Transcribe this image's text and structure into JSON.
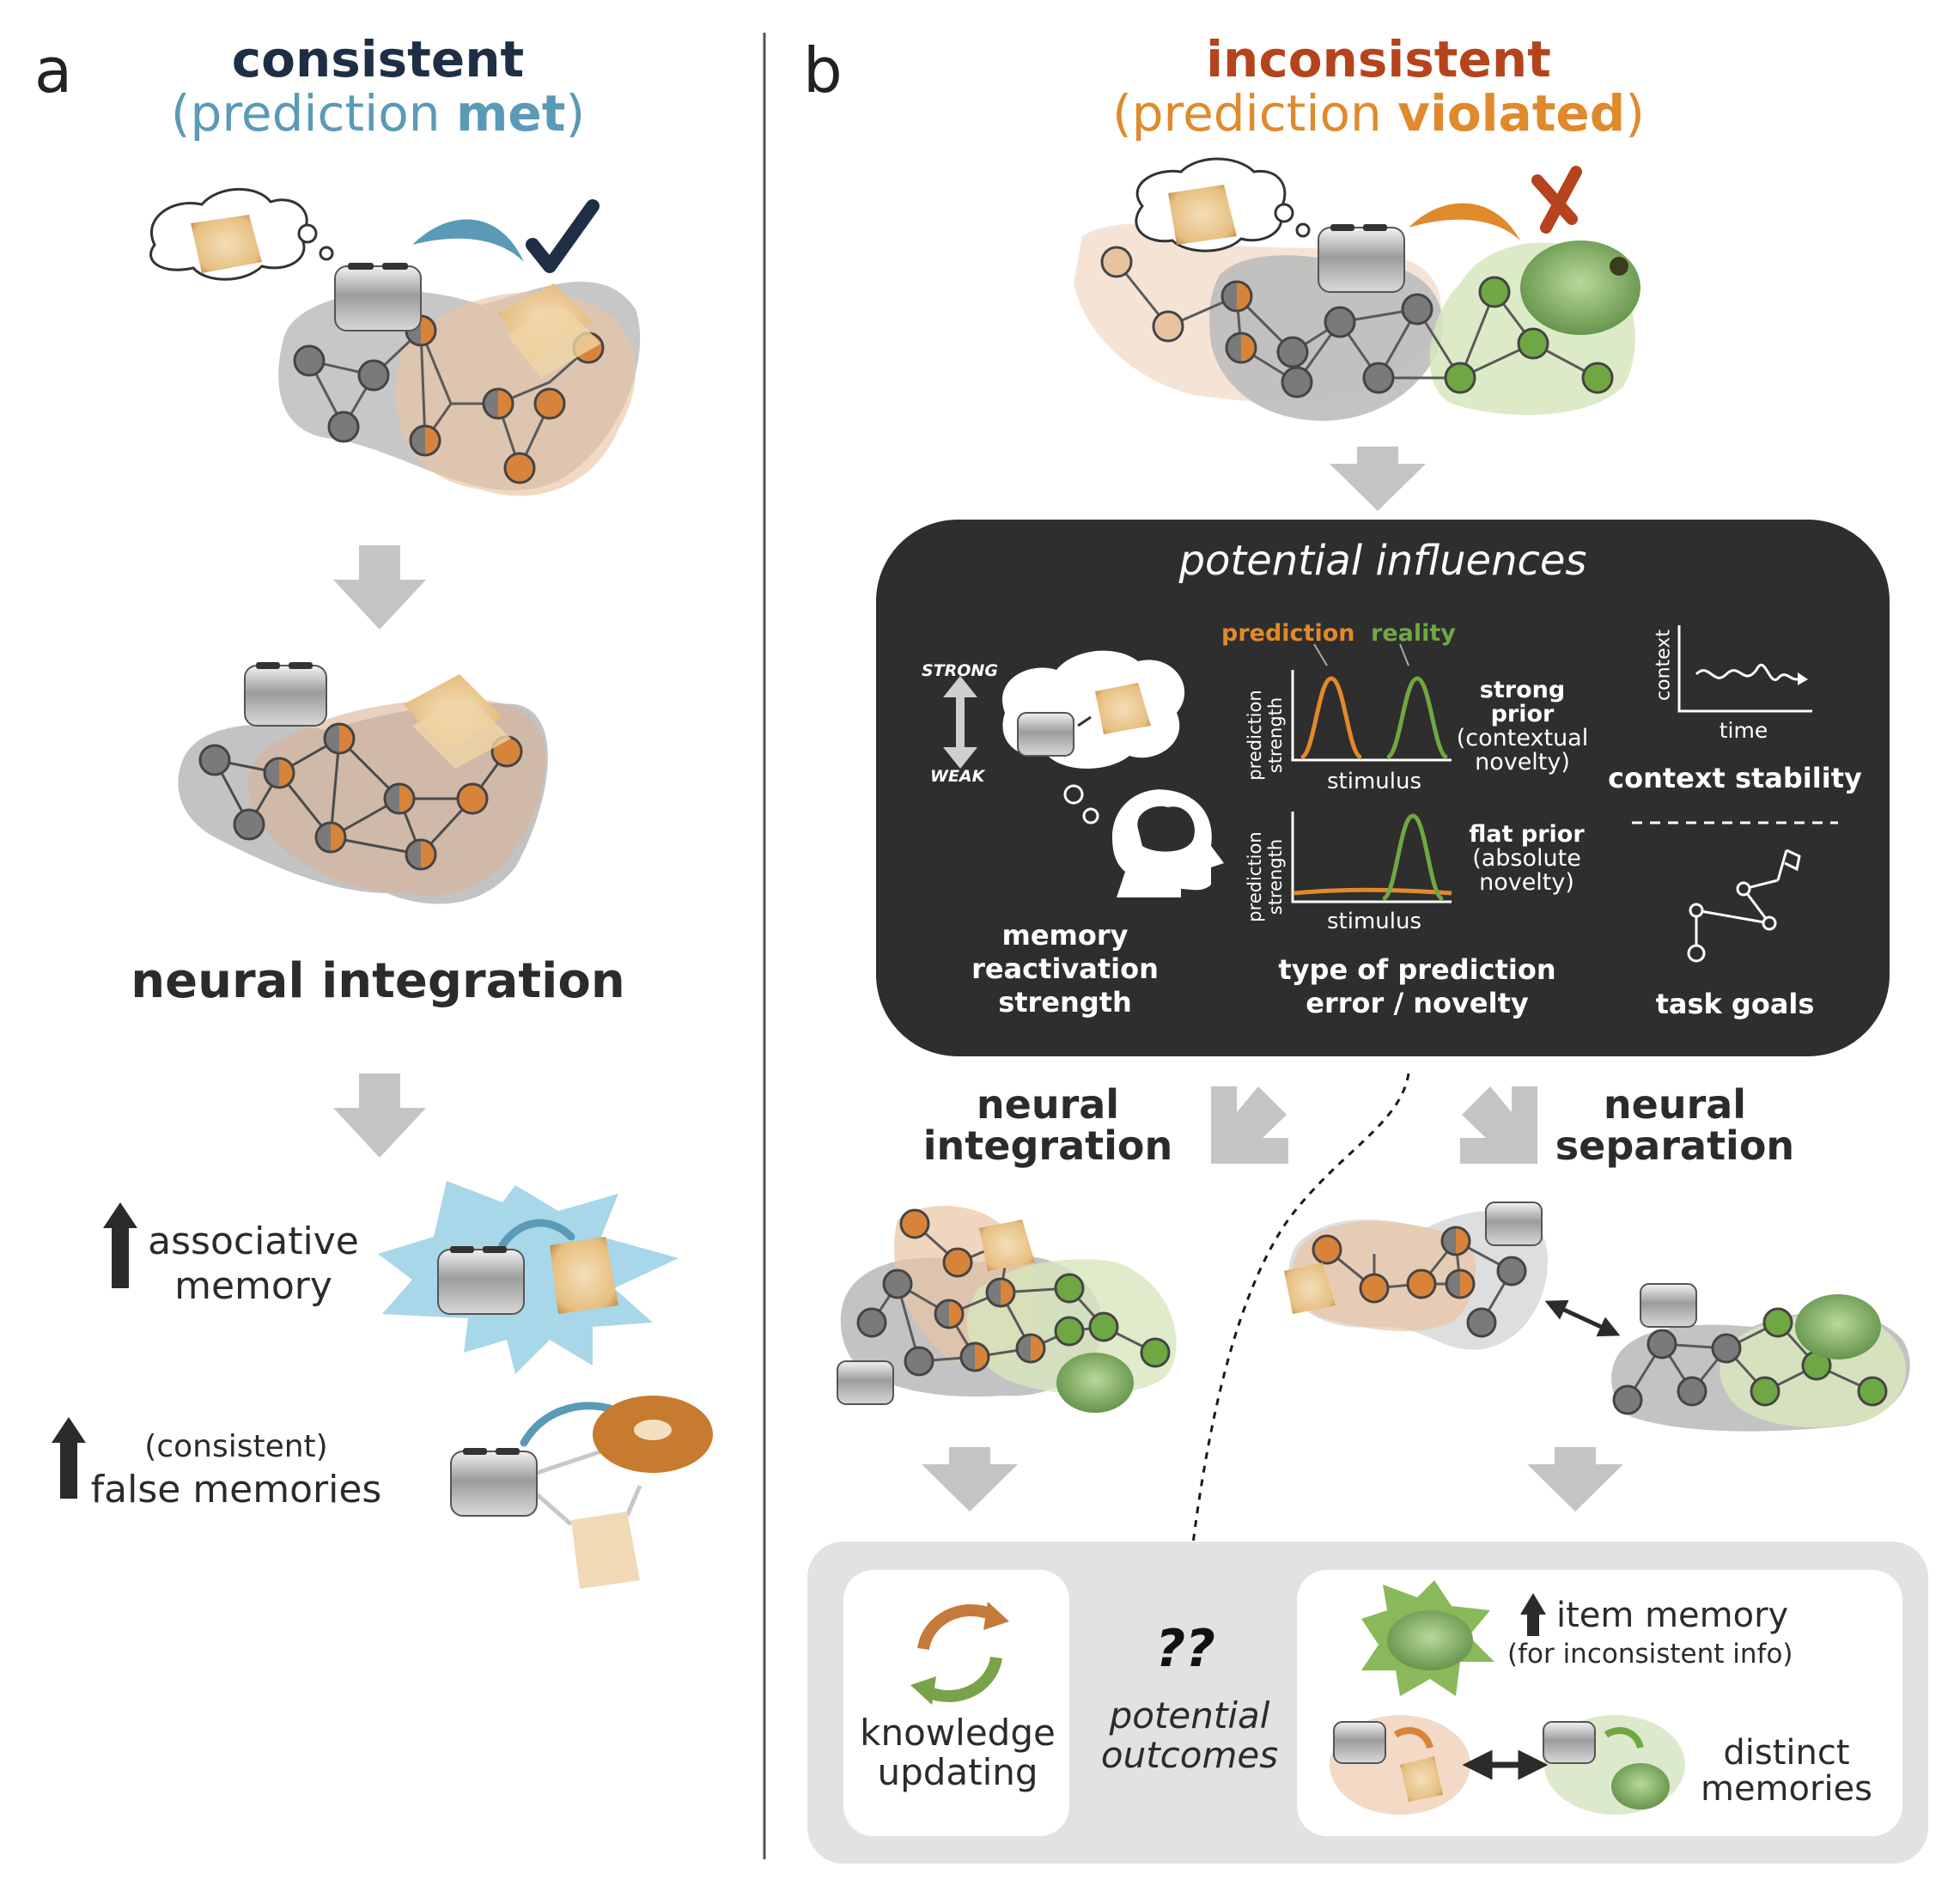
{
  "panel_a": {
    "letter": "a",
    "title_main": "consistent",
    "title_open": "(prediction ",
    "title_emph": "met",
    "title_close": ")",
    "step_label": "neural integration",
    "outcome_1_line1": "associative",
    "outcome_1_line2": "memory",
    "outcome_2_line1": "(consistent)",
    "outcome_2_line2": "false memories"
  },
  "panel_b": {
    "letter": "b",
    "title_main": "inconsistent",
    "title_open": "(prediction ",
    "title_emph": "violated",
    "title_close": ")",
    "influences": {
      "title": "potential influences",
      "strong_label": "STRONG",
      "weak_label": "WEAK",
      "memory_line1": "memory",
      "memory_line2": "reactivation",
      "memory_line3": "strength",
      "prediction_label": "prediction",
      "reality_label": "reality",
      "y_axis_label_1": "prediction strength",
      "y_axis_label_2": "prediction strength",
      "x_axis_label_1": "stimulus",
      "x_axis_label_2": "stimulus",
      "strong_prior_1": "strong prior",
      "strong_prior_2": "(contextual",
      "strong_prior_3": "novelty)",
      "flat_prior_1": "flat prior",
      "flat_prior_2": "(absolute",
      "flat_prior_3": "novelty)",
      "pe_line1": "type of prediction",
      "pe_line2": "error / novelty",
      "context_y": "context",
      "context_x": "time",
      "context_label": "context stability",
      "task_label": "task goals"
    },
    "integration_line1": "neural",
    "integration_line2": "integration",
    "separation_line1": "neural",
    "separation_line2": "separation",
    "outcomes": {
      "knowledge_line1": "knowledge",
      "knowledge_line2": "updating",
      "question_marks": "??",
      "potential_line1": "potential",
      "potential_line2": "outcomes",
      "item_memory_line1": "item memory",
      "item_memory_line2": "(for inconsistent info)",
      "distinct_line1": "distinct",
      "distinct_line2": "memories"
    }
  },
  "colors": {
    "dark_navy": "#1e2f45",
    "teal_blue": "#5a9ab7",
    "rust": "#b5431c",
    "orange": "#e08a2c",
    "node_orange": "#d7843a",
    "node_gray": "#7a7a7a",
    "node_green": "#6fa843",
    "arrow_gray": "#c4c4c4",
    "dark_box": "#2e2e2e",
    "light_box": "#e2e2e2"
  }
}
